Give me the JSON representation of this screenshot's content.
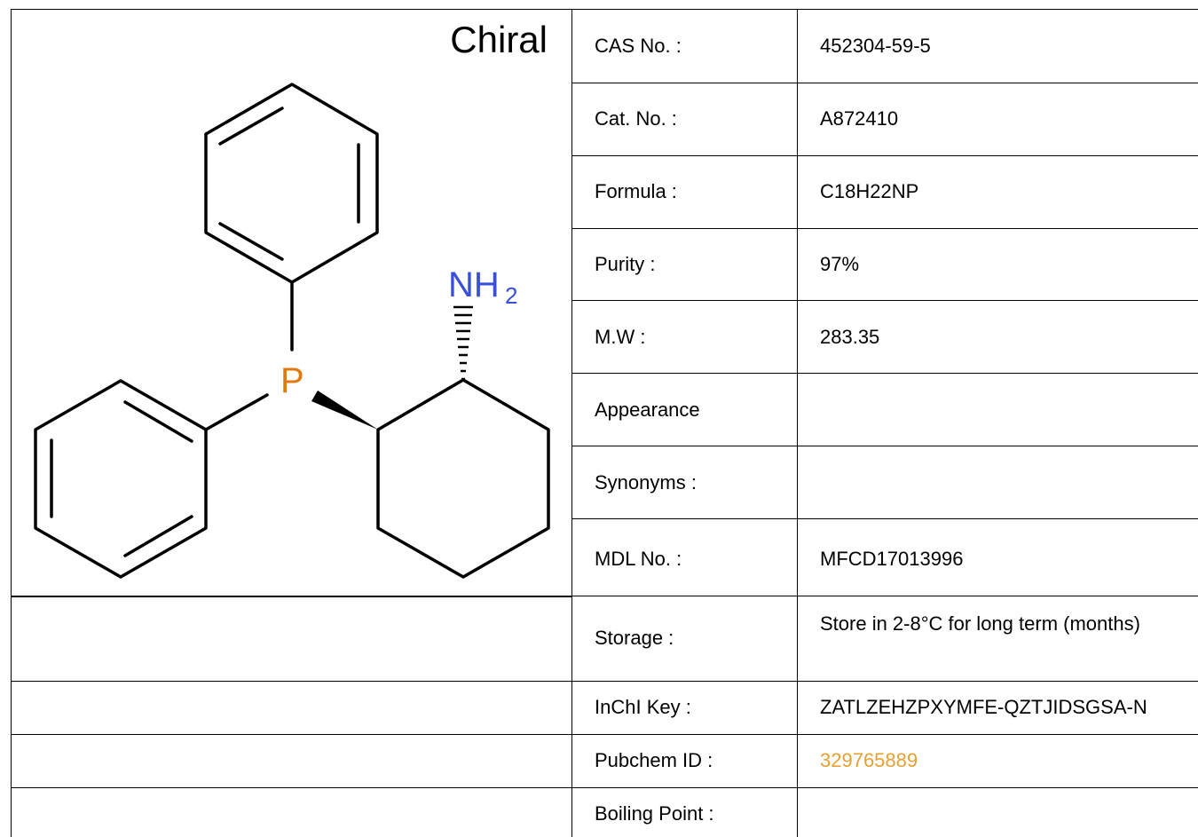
{
  "structure": {
    "chiral_label": "Chiral",
    "atom_p": "P",
    "atom_n": "NH",
    "atom_n_subscript": "2"
  },
  "rows": [
    {
      "label": "CAS No. :",
      "value": "452304-59-5"
    },
    {
      "label": "Cat. No. :",
      "value": "A872410"
    },
    {
      "label": "Formula :",
      "value": "C18H22NP"
    },
    {
      "label": "Purity :",
      "value": "97%"
    },
    {
      "label": "M.W :",
      "value": "283.35"
    },
    {
      "label": "Appearance",
      "value": ""
    },
    {
      "label": "Synonyms :",
      "value": ""
    },
    {
      "label": "MDL No. :",
      "value": "MFCD17013996"
    },
    {
      "label": "Storage :",
      "value": "Store in 2-8°C for long term (months)"
    },
    {
      "label": "InChI Key :",
      "value": "ZATLZEHZPXYMFE-QZTJIDSGSA-N"
    },
    {
      "label": "Pubchem ID :",
      "value": "329765889"
    },
    {
      "label": "Boiling Point :",
      "value": ""
    }
  ],
  "colors": {
    "link": "#e8a030",
    "phosphorus": "#e07a10",
    "nitrogen": "#3a4fd8"
  }
}
